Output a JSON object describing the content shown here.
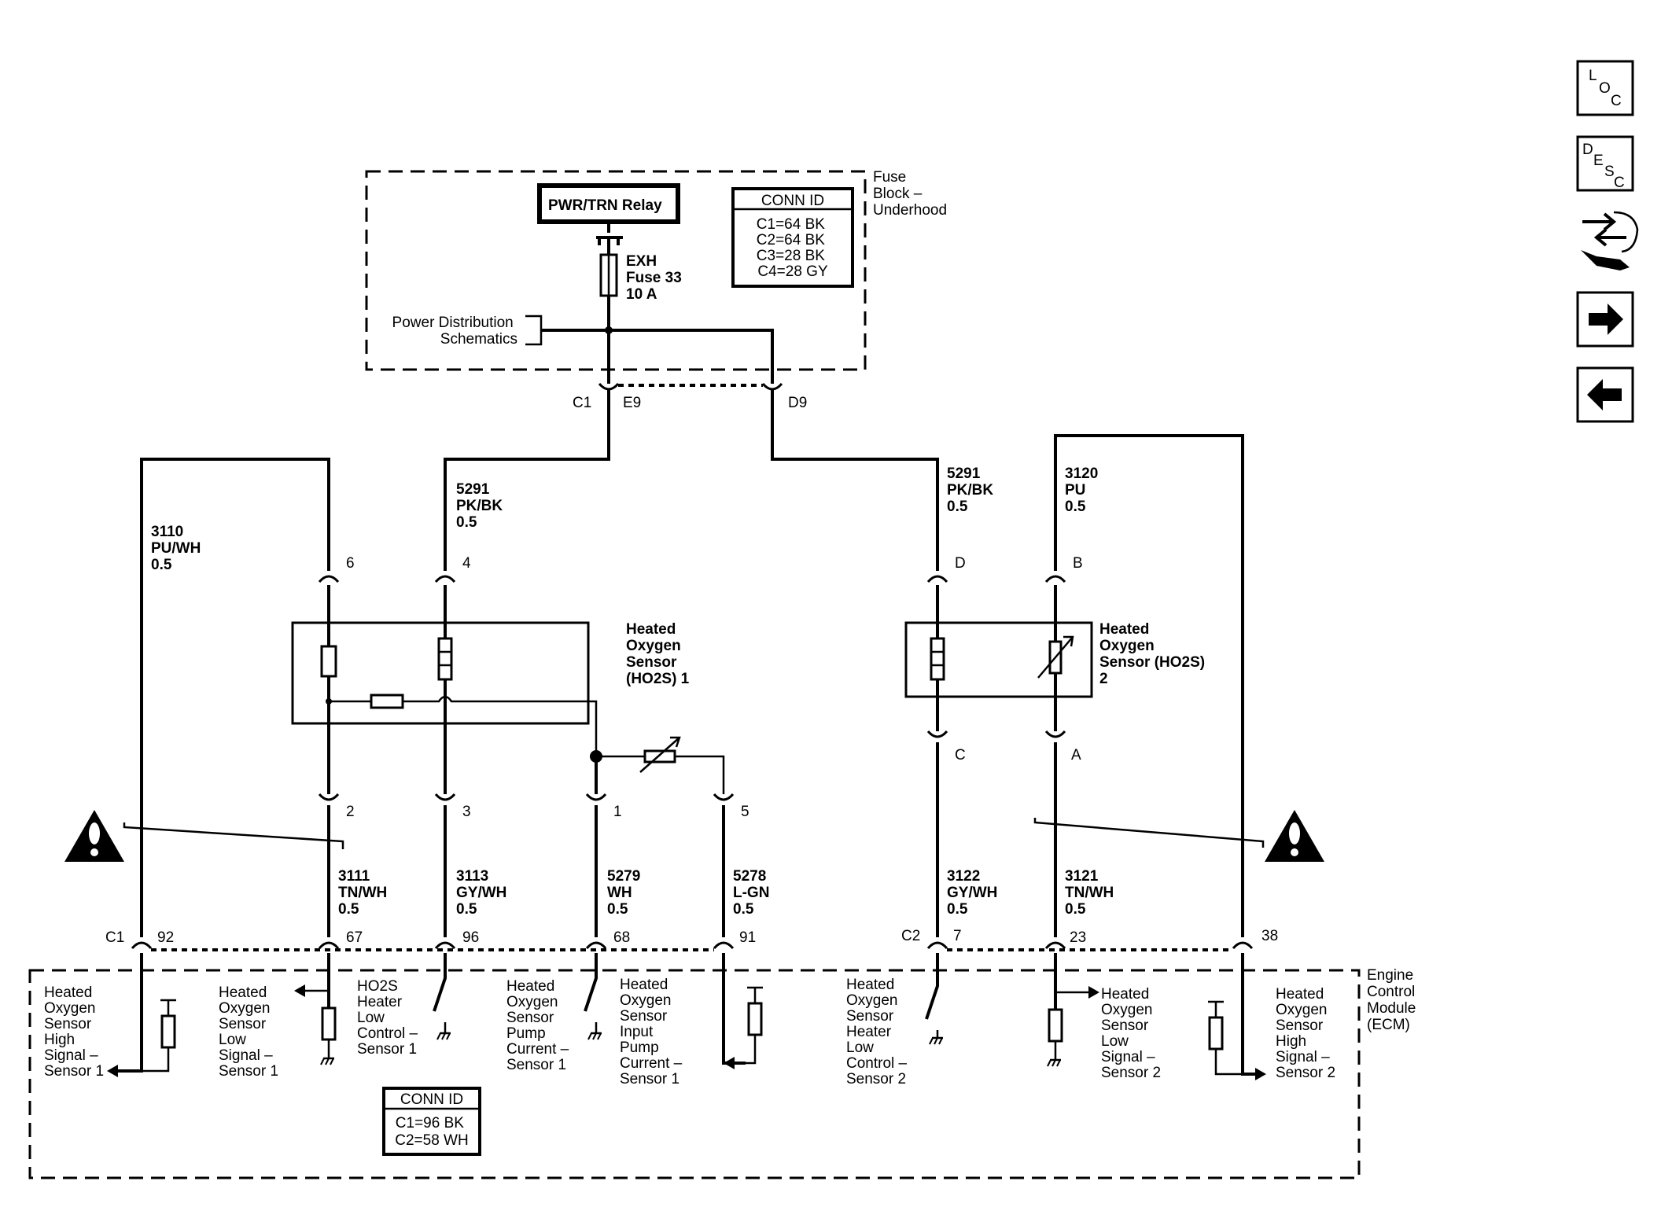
{
  "nav": {
    "loc": [
      "L",
      "O",
      "C"
    ],
    "desc": [
      "D",
      "E",
      "S",
      "C"
    ]
  },
  "fuse_block": {
    "label": [
      "Fuse",
      "Block –",
      "Underhood"
    ],
    "relay": "PWR/TRN Relay",
    "fuse": [
      "EXH",
      "Fuse 33",
      "10 A"
    ],
    "power_dist": [
      "Power Distribution",
      "Schematics"
    ],
    "conn_title": "CONN ID",
    "conn_ids": [
      "C1=64 BK",
      "C2=64 BK",
      "C3=28 BK",
      "C4=28 GY"
    ],
    "conn_c1": "C1",
    "pin_e9": "E9",
    "pin_d9": "D9"
  },
  "wires": {
    "w3110": [
      "3110",
      "PU/WH",
      "0.5"
    ],
    "w5291a": [
      "5291",
      "PK/BK",
      "0.5"
    ],
    "w5291b": [
      "5291",
      "PK/BK",
      "0.5"
    ],
    "w3120": [
      "3120",
      "PU",
      "0.5"
    ],
    "w3111": [
      "3111",
      "TN/WH",
      "0.5"
    ],
    "w3113": [
      "3113",
      "GY/WH",
      "0.5"
    ],
    "w5279": [
      "5279",
      "WH",
      "0.5"
    ],
    "w5278": [
      "5278",
      "L-GN",
      "0.5"
    ],
    "w3122": [
      "3122",
      "GY/WH",
      "0.5"
    ],
    "w3121": [
      "3121",
      "TN/WH",
      "0.5"
    ]
  },
  "sensor1": {
    "label": [
      "Heated",
      "Oxygen",
      "Sensor",
      "(HO2S) 1"
    ],
    "pin_top_6": "6",
    "pin_top_4": "4",
    "pin_2": "2",
    "pin_3": "3",
    "pin_1": "1",
    "pin_5": "5"
  },
  "sensor2": {
    "label": [
      "Heated",
      "Oxygen",
      "Sensor (HO2S)",
      "2"
    ],
    "pin_d": "D",
    "pin_b": "B",
    "pin_c": "C",
    "pin_a": "A"
  },
  "ecm": {
    "label": [
      "Engine",
      "Control",
      "Module",
      "(ECM)"
    ],
    "conn_c1": "C1",
    "conn_c2": "C2",
    "pin_92": "92",
    "pin_67": "67",
    "pin_96": "96",
    "pin_68": "68",
    "pin_91": "91",
    "pin_7": "7",
    "pin_23": "23",
    "pin_38": "38",
    "conn_title": "CONN ID",
    "conn_ids": [
      "C1=96 BK",
      "C2=58 WH"
    ],
    "circuits": {
      "hs1": [
        "Heated",
        "Oxygen",
        "Sensor",
        "High",
        "Signal –",
        "Sensor 1"
      ],
      "ls1": [
        "Heated",
        "Oxygen",
        "Sensor",
        "Low",
        "Signal –",
        "Sensor 1"
      ],
      "htr1": [
        "HO2S",
        "Heater",
        "Low",
        "Control –",
        "Sensor 1"
      ],
      "pump1": [
        "Heated",
        "Oxygen",
        "Sensor",
        "Pump",
        "Current –",
        "Sensor 1"
      ],
      "input1": [
        "Heated",
        "Oxygen",
        "Sensor",
        "Input",
        "Pump",
        "Current –",
        "Sensor 1"
      ],
      "htr2": [
        "Heated",
        "Oxygen",
        "Sensor",
        "Heater",
        "Low",
        "Control –",
        "Sensor 2"
      ],
      "ls2": [
        "Heated",
        "Oxygen",
        "Sensor",
        "Low",
        "Signal –",
        "Sensor 2"
      ],
      "hs2": [
        "Heated",
        "Oxygen",
        "Sensor",
        "High",
        "Signal –",
        "Sensor 2"
      ]
    }
  }
}
